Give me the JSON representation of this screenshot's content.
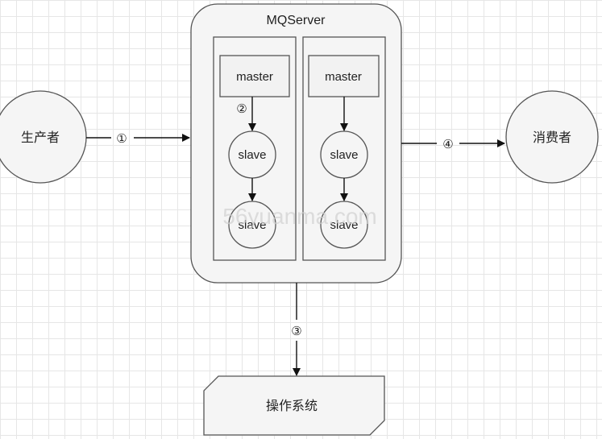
{
  "producer": {
    "label": "生产者"
  },
  "consumer": {
    "label": "消费者"
  },
  "server": {
    "title": "MQServer",
    "groups": [
      {
        "master": "master",
        "slaves": [
          "slave",
          "slave"
        ]
      },
      {
        "master": "master",
        "slaves": [
          "slave",
          "slave"
        ]
      }
    ]
  },
  "os": {
    "label": "操作系统"
  },
  "steps": {
    "s1": "①",
    "s2": "②",
    "s3": "③",
    "s4": "④"
  },
  "watermark": "56yuanma.com",
  "colors": {
    "stroke": "#555555",
    "fill": "#f5f5f5",
    "box_fill": "#f2f2f2",
    "arrow": "#111111"
  }
}
